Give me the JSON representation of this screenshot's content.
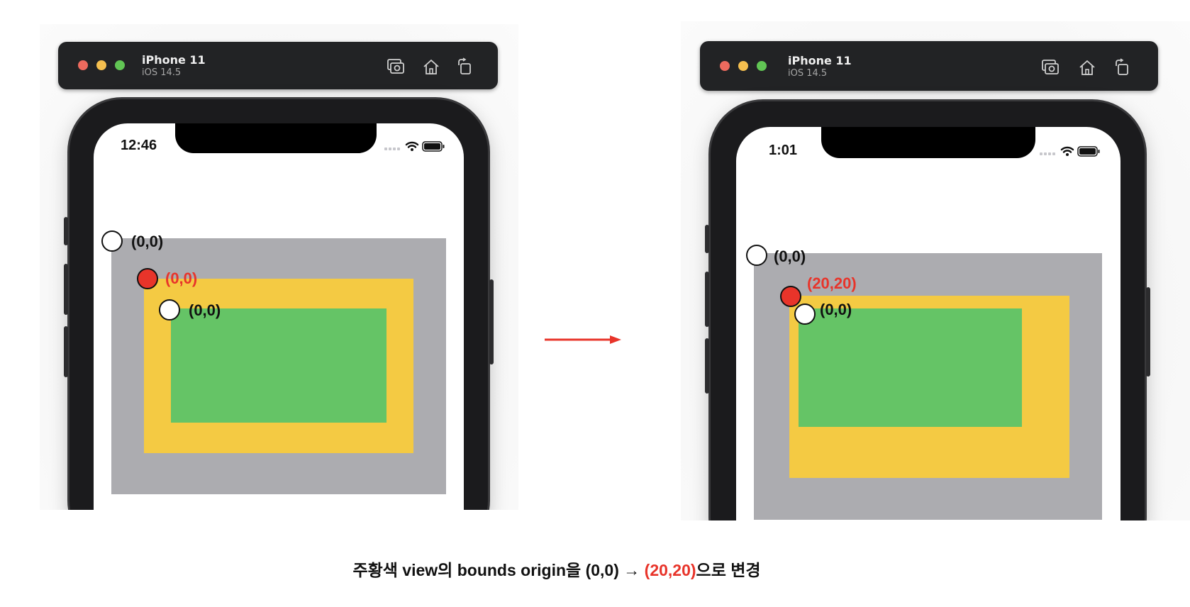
{
  "left": {
    "device_name": "iPhone 11",
    "os_version": "iOS 14.5",
    "status_time": "12:46",
    "labels": {
      "superview_origin": "(0,0)",
      "orange_origin": "(0,0)",
      "green_origin": "(0,0)"
    }
  },
  "right": {
    "device_name": "iPhone 11",
    "os_version": "iOS 14.5",
    "status_time": "1:01",
    "labels": {
      "superview_origin": "(0,0)",
      "orange_origin": "(20,20)",
      "green_origin": "(0,0)"
    }
  },
  "toolbar_icons": [
    "screenshot-icon",
    "home-icon",
    "rotate-icon"
  ],
  "caption": {
    "prefix": "주황색 view의 bounds origin을 (0,0) → ",
    "highlight": "(20,20)",
    "suffix": "으로  변경"
  },
  "colors": {
    "gray_view": "#acacb0",
    "yellow_view": "#f4ca43",
    "green_view": "#65c466",
    "accent_red": "#e8342a"
  }
}
